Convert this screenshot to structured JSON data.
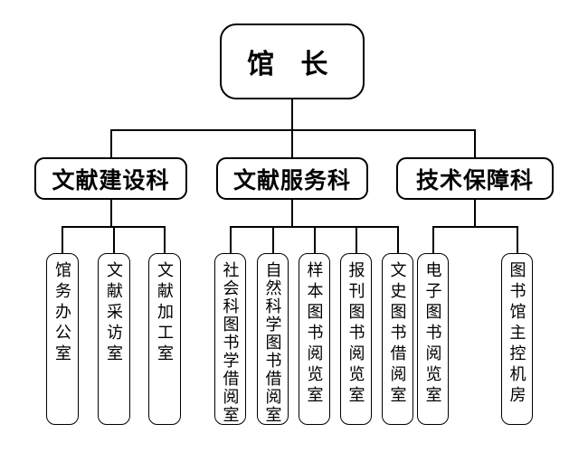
{
  "org": {
    "root": "馆 长",
    "sections": [
      {
        "label": "文献建设科",
        "children": [
          "馆务办公室",
          "文献采访室",
          "文献加工室"
        ]
      },
      {
        "label": "文献服务科",
        "children": [
          "社会科图书学借阅室",
          "自然科学图书借阅室",
          "样本图书阅览室",
          "报刊图书阅览室",
          "文史图书借阅室"
        ]
      },
      {
        "label": "技术保障科",
        "children": [
          "电子图书阅览室",
          "图书馆主控机房"
        ]
      }
    ]
  },
  "colors": {
    "background": "#ffffff",
    "box_fill": "#ffffff",
    "border": "#000000",
    "line": "#000000",
    "text": "#000000"
  }
}
